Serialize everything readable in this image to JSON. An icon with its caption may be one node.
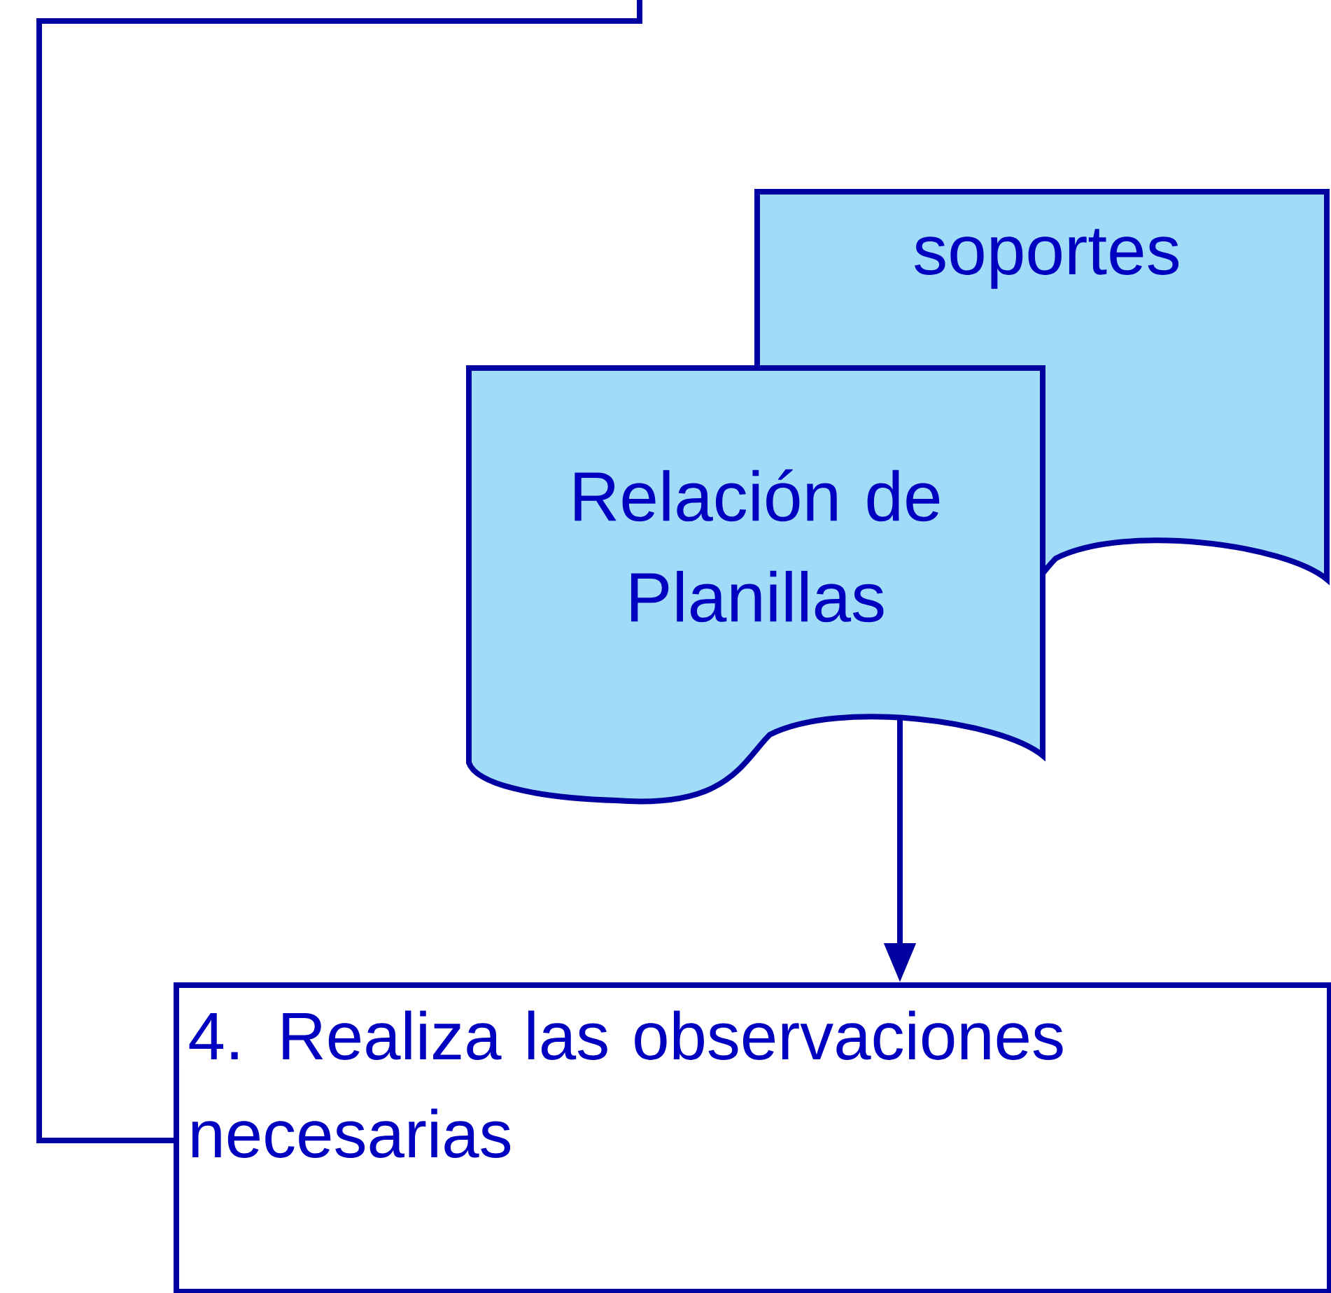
{
  "diagram": {
    "nodes": [
      {
        "text": [
          "soportes"
        ]
      },
      {
        "text": [
          "Relación de Planillas"
        ]
      },
      {
        "text": [
          "4. Realiza las observaciones necesarias"
        ]
      }
    ],
    "edges": [
      {
        "from": null,
        "to": 2,
        "arrow": "none"
      },
      {
        "from": 1,
        "to": 2,
        "arrow": "to"
      }
    ]
  }
}
